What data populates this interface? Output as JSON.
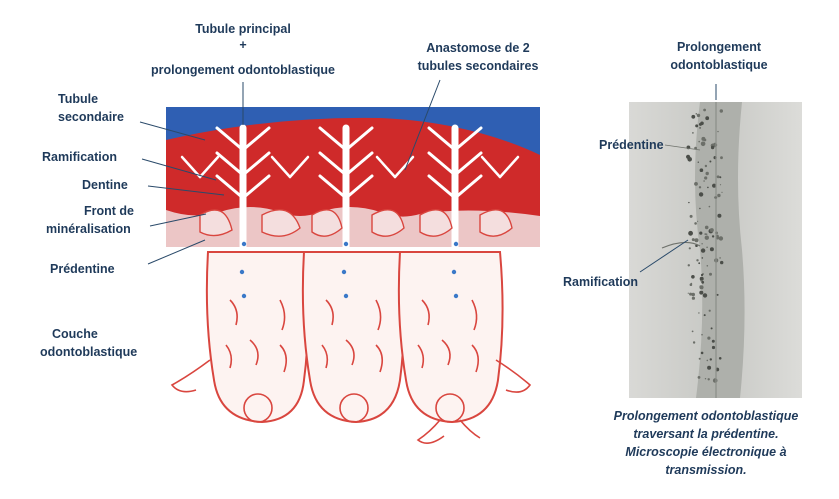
{
  "diagram": {
    "labels": {
      "tubule_principal_line1": "Tubule principal",
      "tubule_principal_plus": "+",
      "tubule_principal_line2": "prolongement odontoblastique",
      "anastomose_line1": "Anastomose de 2",
      "anastomose_line2": "tubules secondaires",
      "tubule_secondaire_line1": "Tubule",
      "tubule_secondaire_line2": "secondaire",
      "ramification": "Ramification",
      "dentine": "Dentine",
      "front_line1": "Front de",
      "front_line2": "minéralisation",
      "predentine": "Prédentine",
      "couche_line1": "Couche",
      "couche_line2": "odontoblastique"
    },
    "colors": {
      "enamel_blue": "#2f5fb3",
      "dentine_red": "#cf2a2a",
      "predentine_pink": "#ecc6c6",
      "cell_outline": "#d9463f",
      "label_text": "#1f3a5a"
    }
  },
  "micrograph": {
    "title_line1": "Prolongement",
    "title_line2": "odontoblastique",
    "label_predentine": "Prédentine",
    "label_ramification": "Ramification",
    "caption_line1": "Prolongement odontoblastique",
    "caption_line2": "traversant la prédentine.",
    "caption_line3": "Microscopie électronique à",
    "caption_line4": "transmission."
  }
}
